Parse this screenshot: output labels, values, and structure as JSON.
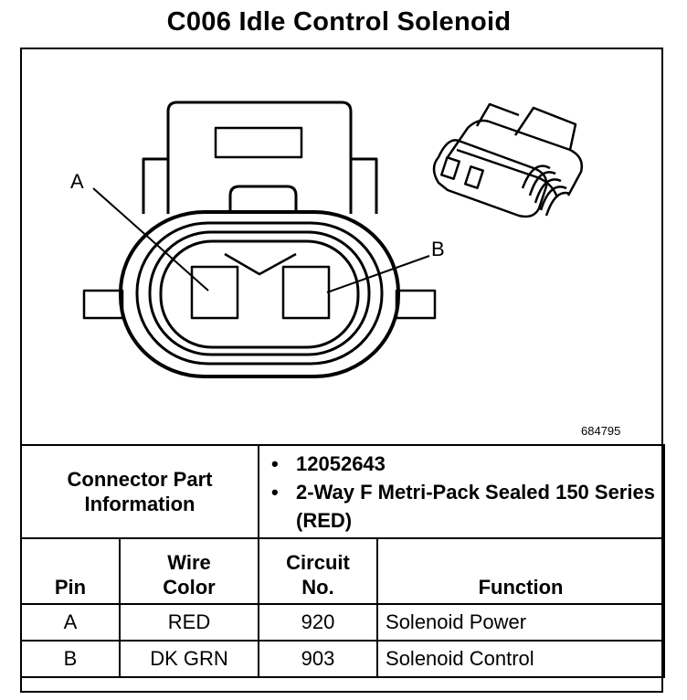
{
  "title": "C006 Idle Control Solenoid",
  "figure_number": "684795",
  "pin_callouts": [
    "A",
    "B"
  ],
  "connector_info": {
    "label": "Connector Part Information",
    "items": [
      "12052643",
      "2-Way F Metri-Pack Sealed 150 Series (RED)"
    ]
  },
  "table": {
    "headers": {
      "pin": "Pin",
      "wire_color_1": "Wire",
      "wire_color_2": "Color",
      "circuit_1": "Circuit",
      "circuit_2": "No.",
      "function": "Function"
    },
    "rows": [
      {
        "pin": "A",
        "wire_color": "RED",
        "circuit": "920",
        "function": "Solenoid Power"
      },
      {
        "pin": "B",
        "wire_color": "DK GRN",
        "circuit": "903",
        "function": "Solenoid Control"
      }
    ]
  }
}
